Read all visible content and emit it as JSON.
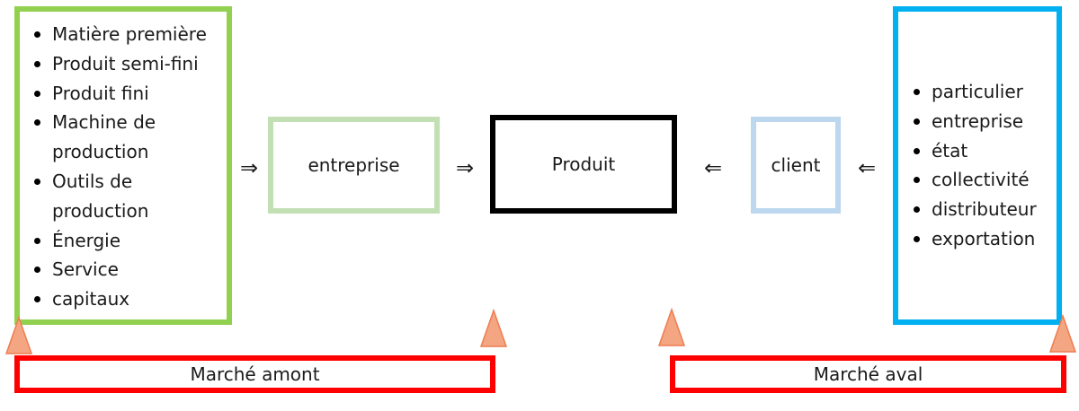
{
  "diagram": {
    "inputs": [
      "Matière première",
      "Produit semi-fini",
      "Produit fini",
      "Machine de production",
      "Outils de production",
      "Énergie",
      "Service",
      "capitaux"
    ],
    "entreprise_label": "entreprise",
    "produit_label": "Produit",
    "client_label": "client",
    "outputs": [
      "particulier",
      "entreprise",
      "état",
      "collectivité",
      "distributeur",
      "exportation"
    ],
    "arrow_right": "⇒",
    "arrow_left": "⇐",
    "market_upstream": "Marché amont",
    "market_downstream": "Marché aval"
  }
}
